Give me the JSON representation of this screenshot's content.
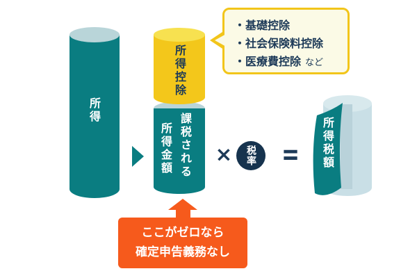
{
  "flow": {
    "income": {
      "label": "所得"
    },
    "deduction": {
      "label": "所得控除"
    },
    "taxable": {
      "line_right": "課税される",
      "line_left": "所得金額"
    },
    "multiply_sign": "×",
    "tax_rate": {
      "label": "税率"
    },
    "equals_sign": "=",
    "tax_amount": {
      "label": "所得税額"
    }
  },
  "callout": {
    "item1": "・基礎控除",
    "item2": "・社会保険料控除",
    "item3": "・医療費控除",
    "item3_suffix": "など"
  },
  "note": {
    "line1": "ここがゼロなら",
    "line2": "確定申告義務なし"
  },
  "colors": {
    "teal": "#0a7d81",
    "teal_top": "#b9d5d9",
    "yellow": "#f3c71b",
    "yellow_top": "#f7e150",
    "navy_text": "#1d3a58",
    "rate_circle": "#16334e",
    "orange": "#f65a1c",
    "light_blue_body": "#c9dfe6",
    "light_blue_top": "#d8e9ed",
    "callout_bg": "#fbfae6",
    "callout_border": "#f2c51a",
    "background": "#ffffff"
  }
}
